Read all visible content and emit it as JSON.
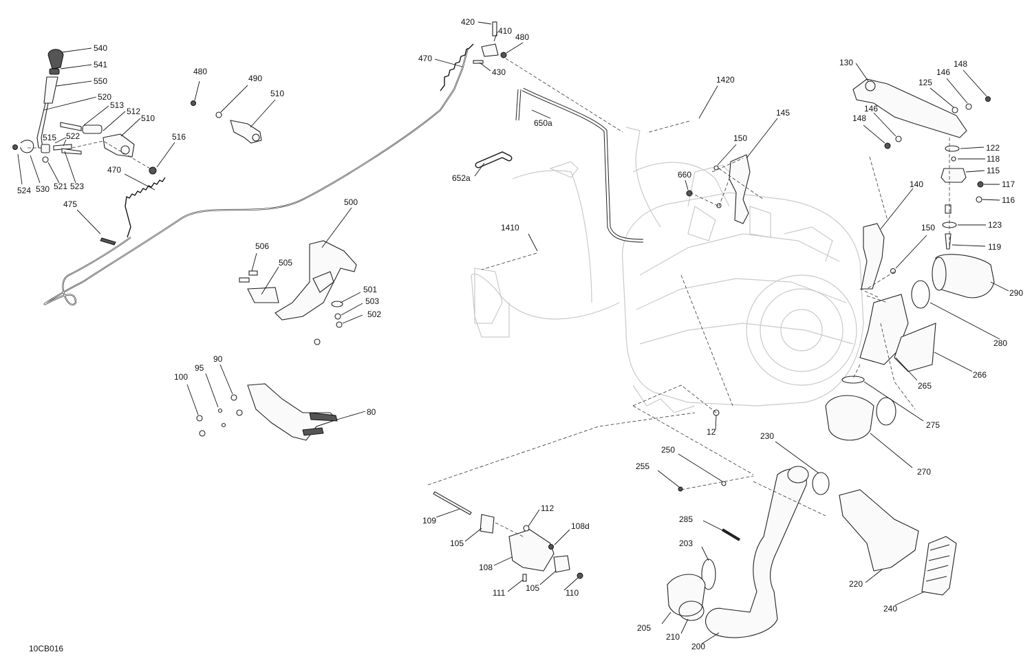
{
  "diagram_code": "10CB016",
  "callouts": {
    "c540": "540",
    "c541": "541",
    "c550": "550",
    "c520": "520",
    "c513": "513",
    "c512": "512",
    "c510a": "510",
    "c515": "515",
    "c522": "522",
    "c524": "524",
    "c530": "530",
    "c521": "521",
    "c523": "523",
    "c516": "516",
    "c470a": "470",
    "c475": "475",
    "c480a": "480",
    "c490": "490",
    "c510b": "510",
    "c420": "420",
    "c410": "410",
    "c480b": "480",
    "c470b": "470",
    "c430": "430",
    "c650a": "650a",
    "c652a": "652a",
    "c1420": "1420",
    "c145": "145",
    "c150a": "150",
    "c660": "660",
    "c1410": "1410",
    "c500": "500",
    "c506": "506",
    "c505": "505",
    "c501": "501",
    "c503": "503",
    "c502": "502",
    "c100": "100",
    "c95": "95",
    "c90": "90",
    "c80": "80",
    "c130": "130",
    "c148a": "148",
    "c146a": "146",
    "c125": "125",
    "c146b": "146",
    "c148b": "148",
    "c122": "122",
    "c118": "118",
    "c115": "115",
    "c117": "117",
    "c116": "116",
    "c140": "140",
    "c150b": "150",
    "c123": "123",
    "c119": "119",
    "c290": "290",
    "c280": "280",
    "c266": "266",
    "c265": "265",
    "c275": "275",
    "c270": "270",
    "c12": "12",
    "c230": "230",
    "c250": "250",
    "c255": "255",
    "c285": "285",
    "c203": "203",
    "c205": "205",
    "c210": "210",
    "c200": "200",
    "c220": "220",
    "c240": "240",
    "c109": "109",
    "c112": "112",
    "c108d": "108d",
    "c105a": "105",
    "c108": "108",
    "c111": "111",
    "c105b": "105",
    "c110": "110"
  }
}
